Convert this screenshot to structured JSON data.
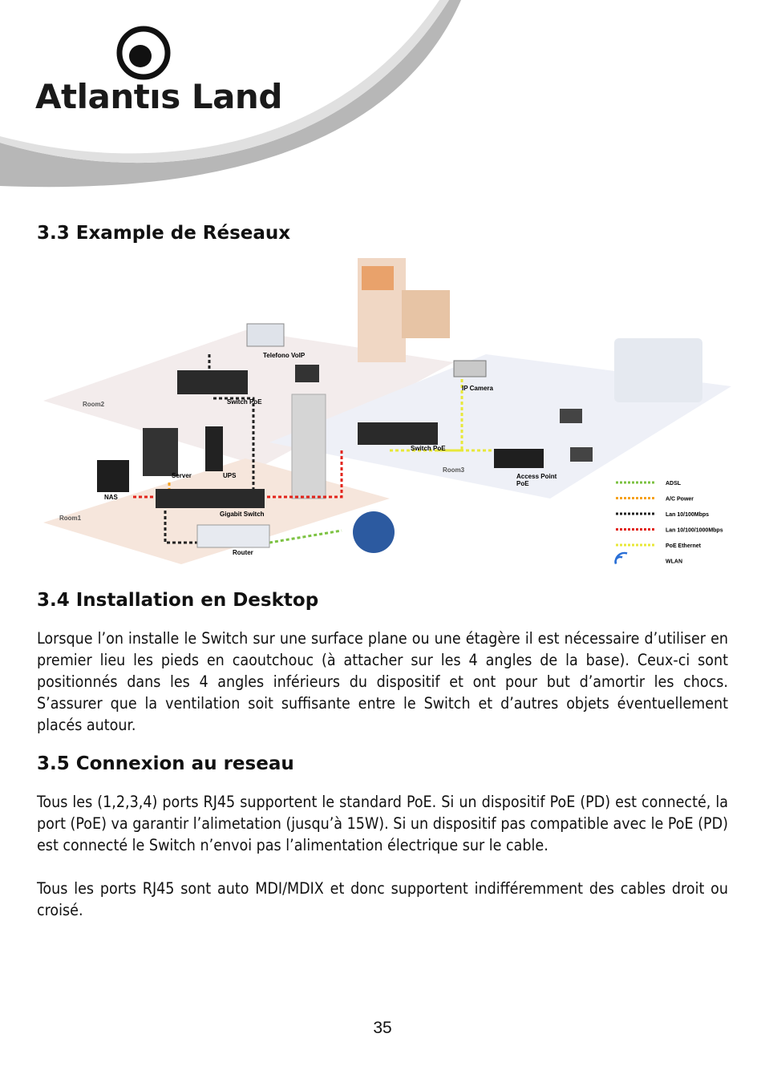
{
  "header": {
    "logo_text": "Atlantıs Land"
  },
  "sections": {
    "s33": {
      "title": "3.3 Example de Réseaux"
    },
    "s34": {
      "title": "3.4 Installation en Desktop",
      "body": "Lorsque l’on installe le Switch sur une surface plane ou une étagère il est nécessaire d’utiliser en premier lieu les pieds en caoutchouc (à attacher sur les 4 angles de la base). Ceux-ci sont positionnés dans les 4 angles inférieurs du dispositif et ont pour but d’amortir les chocs. S’assurer que la ventilation soit suffisante entre le Switch et d’autres objets éventuellement placés autour."
    },
    "s35": {
      "title": "3.5 Connexion au reseau",
      "body1": "Tous les (1,2,3,4) ports RJ45 supportent le standard PoE. Si un dispositif PoE (PD) est connecté, la port (PoE) va garantir l’alimetation (jusqu’à 15W). Si un dispositif pas compatible avec le PoE (PD) est connecté le Switch n’envoi pas l’alimentation électrique sur le cable.",
      "body2": "Tous les ports RJ45 sont auto MDI/MDIX et donc supportent indifféremment des cables droit ou croisé."
    }
  },
  "diagram": {
    "labels": {
      "telefono": "Telefono VoIP",
      "switch_poe_1": "Switch PoE",
      "switch_poe_2": "Switch PoE",
      "ip_camera": "IP Camera",
      "server": "Server",
      "ups": "UPS",
      "nas": "NAS",
      "gigabit_switch": "Gigabit Switch",
      "router": "Router",
      "access_point": "Access Point",
      "access_point_2": "PoE",
      "room1": "Room1",
      "room2": "Room2",
      "room3": "Room3"
    },
    "legend": [
      {
        "label": "ADSL",
        "color": "#7cc242"
      },
      {
        "label": "A/C Power",
        "color": "#f6a21d"
      },
      {
        "label": "Lan 10/100Mbps",
        "color": "#222222"
      },
      {
        "label": "Lan 10/100/1000Mbps",
        "color": "#e2231a"
      },
      {
        "label": "PoE Ethernet",
        "color": "#e8e83a"
      },
      {
        "label": "WLAN",
        "color": "#2a6fd6"
      }
    ]
  },
  "footer": {
    "page_number": "35"
  }
}
